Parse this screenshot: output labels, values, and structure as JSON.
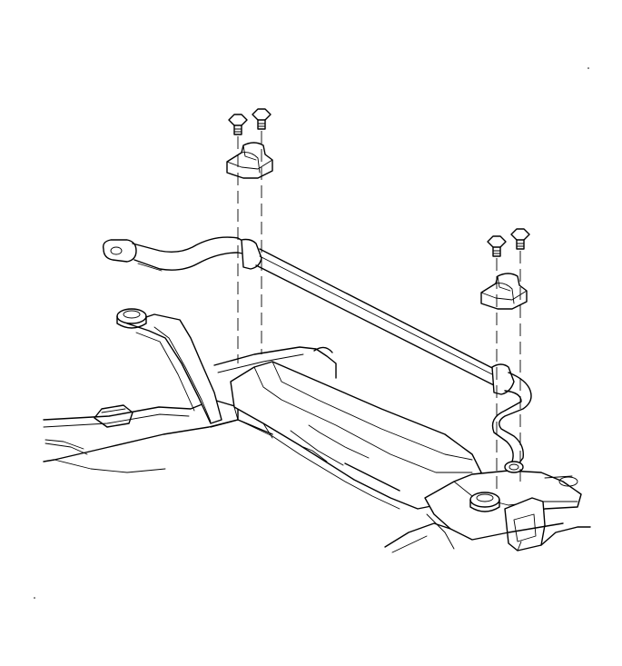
{
  "diagram": {
    "parts": [
      {
        "id": "stabilizer-bar",
        "icon": "stabilizer-bar-icon"
      },
      {
        "id": "bushing-clamp-left",
        "icon": "clamp-icon"
      },
      {
        "id": "bushing-clamp-right",
        "icon": "clamp-icon"
      },
      {
        "id": "bolt-left-a",
        "icon": "bolt-icon"
      },
      {
        "id": "bolt-left-b",
        "icon": "bolt-icon"
      },
      {
        "id": "bolt-right-a",
        "icon": "bolt-icon"
      },
      {
        "id": "bolt-right-b",
        "icon": "bolt-icon"
      },
      {
        "id": "crossmember-frame",
        "icon": "frame-icon"
      }
    ],
    "line_color": "#000000",
    "background_color": "#ffffff"
  }
}
